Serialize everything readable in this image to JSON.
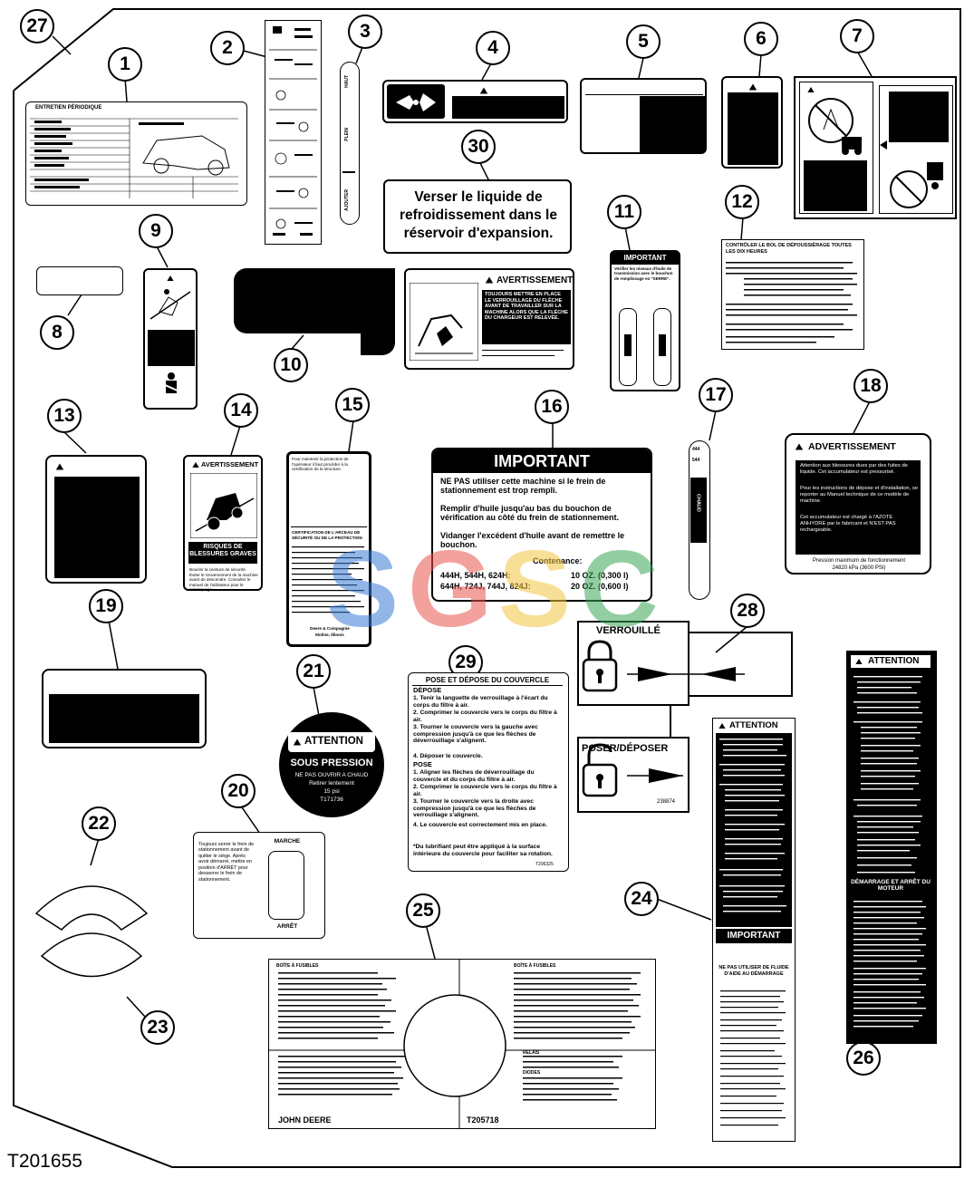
{
  "callouts": [
    "1",
    "2",
    "3",
    "4",
    "5",
    "6",
    "7",
    "8",
    "9",
    "10",
    "11",
    "12",
    "13",
    "14",
    "15",
    "16",
    "17",
    "18",
    "19",
    "20",
    "21",
    "22",
    "23",
    "24",
    "25",
    "26",
    "27",
    "28",
    "29",
    "30"
  ],
  "figure_id": "T201655",
  "label1": {
    "title": "ENTRETIEN PÉRIODIQUE"
  },
  "label3": {
    "haut": "HAUT",
    "plein": "PLEIN",
    "ajouter": "AJOUTER"
  },
  "label10": {
    "title": "AVERTISSEMENT",
    "text": "TOUJOURS METTRE EN PLACE LE VERROUILLAGE DU FLÈCHE AVANT DE TRAVAILLER SUR LA MACHINE ALORS QUE LA FLÈCHE DU CHARGEUR EST RELEVÉE."
  },
  "label11": {
    "title": "IMPORTANT",
    "text": "Vérifier les niveaux d'huile de transmission avec le bouchon de remplissage en \"SERRE\"."
  },
  "label12": {
    "line1": "CONTRÔLER LE BOL DE DÉPOUSSIÉRAGE TOUTES LES DIX HEURES"
  },
  "label14": {
    "title": "AVERTISSEMENT",
    "risk": "RISQUES DE BLESSURES GRAVES",
    "text": "Boucler la ceinture de sécurité. Éviter le renversement de la machine avant de descendre. Consulter le manuel de l'utilisateur pour le remorquage."
  },
  "label15": {
    "intro": "Pour maintenir la protection de l'opérateur il faut procéder à la certification de la structure.",
    "cert": "CERTIFICATION DE L'ARCEAU DE SÉCURITÉ OU DE LA PROTECTION",
    "maker": "Deere & Compagnie",
    "city": "Moline, Illinois"
  },
  "label16": {
    "title": "IMPORTANT",
    "p1": "NE PAS utiliser cette machine si le frein de stationnement est trop rempli.",
    "p2": "Remplir d'huile jusqu'au bas du bouchon de vérification au côté du frein de stationnement.",
    "p3": "Vidanger l'excédent d'huile avant de remettre le bouchon.",
    "cont": "Contenance:",
    "r1a": "444H, 544H, 624H:",
    "r1b": "10 OZ. (0,300 l)",
    "r2a": "644H, 724J, 744J, 824J:",
    "r2b": "20 OZ. (0,600 l)"
  },
  "label17": {
    "top": "444",
    "mid": "544",
    "chaud": "CHAUD"
  },
  "label18": {
    "title": "ADVERTISSEMENT",
    "text": "Attention aux blessures dues par des fuites de liquide. Cet accumulateur est pressurisé.",
    "i1": "Pour les instructions de dépose et d'installation, se reporter au Manuel technique de ce modèle de machine.",
    "i2": "Cet accumulateur est chargé à l'AZOTE ANHYDRE par le fabricant et N'EST PAS rechargeable.",
    "footer1": "Pression maximum de fonctionnement",
    "footer2": "24820 kPa (3600 PSI)"
  },
  "label20": {
    "text": "Toujours serrer le frein de stationnement avant de quitter le siège. Après avoir démarré, mettre en position d'ARRÊT pour desserrer le frein de stationnement.",
    "marche": "MARCHE",
    "arret": "ARRÊT"
  },
  "label21": {
    "title": "ATTENTION",
    "sous": "SOUS PRESSION",
    "l1": "NE PAS OUVRIR A CHAUD",
    "l2": "Retirer lentement",
    "l3": "15 psi",
    "code": "T171736"
  },
  "label24": {
    "title": "ATTENTION",
    "important": "IMPORTANT",
    "nepas": "NE PAS UTILISER DE FLUIDE D'AIDE AU DÉMARRAGE"
  },
  "label25": {
    "brand": "JOHN DEERE",
    "code": "T205718",
    "hdr1": "BOÎTE À FUSIBLES",
    "hdr2": "BOÎTE À FUSIBLES",
    "relais": "RELAIS",
    "diodes": "DIODES"
  },
  "label26": {
    "title": "ATTENTION",
    "section": "DÉMARRAGE ET ARRÊT DU MOTEUR"
  },
  "label28": {
    "verr": "VERROUILLÉ",
    "pose": "POSER/DÉPOSER",
    "code": "238874"
  },
  "label29": {
    "title": "POSE ET DÉPOSE DU COUVERCLE",
    "depose": "DÉPOSE",
    "d1": "Tenir la languette de verrouillage à l'écart du corps du filtre à air.",
    "d2": "Comprimer le couvercle vers le corps du filtre à air.",
    "d3": "Tourner le couvercle vers la gauche avec compression jusqu'à ce que les flèches de déverrouillage s'alignent.",
    "d4": "Déposer le couvercle.",
    "pose": "POSE",
    "p1": "Aligner les flèches de déverrouillage du couvercle et du corps du filtre à air.",
    "p2": "Comprimer le couvercle vers le corps du filtre à air.",
    "p3": "Tourner le couvercle vers la droite avec compression jusqu'à ce que les flèches de verrouillage s'alignent.",
    "p4": "Le couvercle est correctement mis en place.",
    "note": "*Du lubrifiant peut être appliqué à la surface intérieure du couvercle pour faciliter sa rotation.",
    "code": "T206325"
  },
  "label30": {
    "text": "Verser le liquide de refroidissement dans le réservoir d'expansion."
  },
  "watermark": {
    "letters": [
      "S",
      "G",
      "S",
      "C"
    ],
    "colors": [
      "#3a7bd5",
      "#e8554e",
      "#f4c542",
      "#3aa757"
    ]
  }
}
